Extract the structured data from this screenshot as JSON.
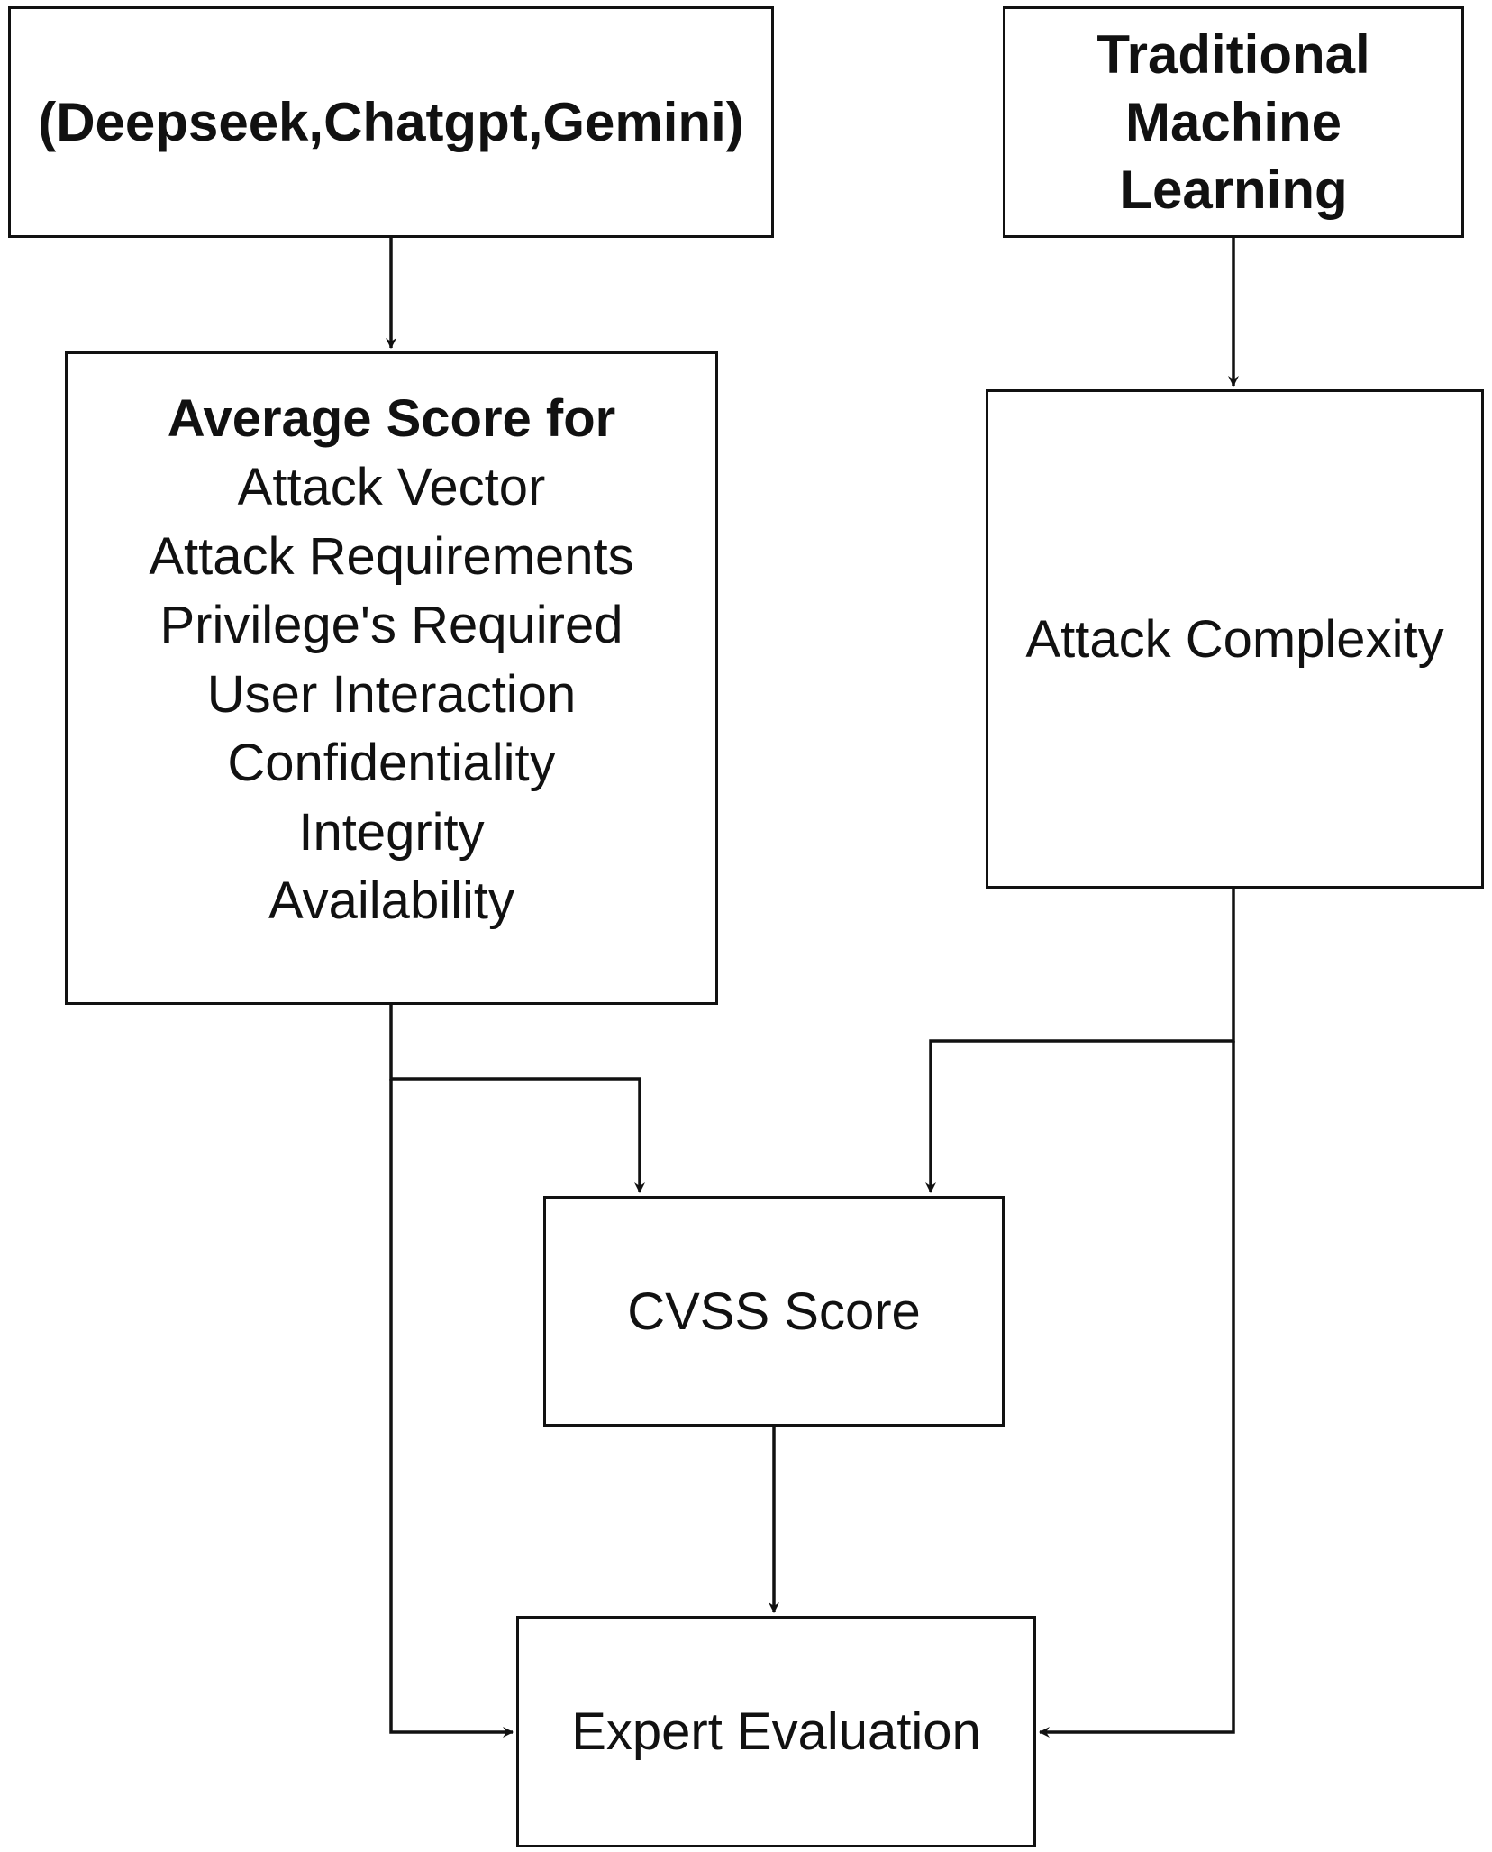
{
  "nodes": {
    "llm_models": {
      "label": "(Deepseek,Chatgpt,Gemini)"
    },
    "traditional_ml": {
      "lines": [
        "Traditional",
        "Machine",
        "Learning"
      ]
    },
    "average_score": {
      "heading": "Average Score for",
      "items": [
        "Attack Vector",
        "Attack Requirements",
        "Privilege's Required",
        "User Interaction",
        "Confidentiality",
        "Integrity",
        "Availability"
      ]
    },
    "attack_complexity": {
      "label": "Attack Complexity"
    },
    "cvss_score": {
      "label": "CVSS Score"
    },
    "expert_evaluation": {
      "label": "Expert Evaluation"
    }
  },
  "colors": {
    "stroke": "#111111",
    "background": "#ffffff"
  }
}
